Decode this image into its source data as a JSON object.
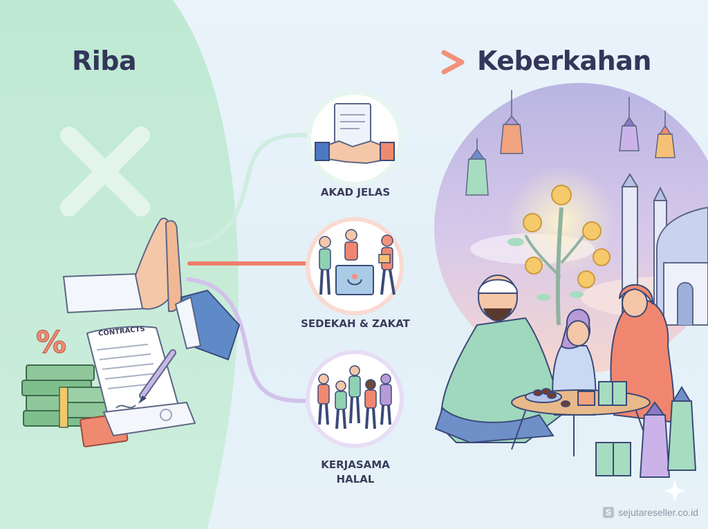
{
  "titles": {
    "left": "Riba",
    "right": "Keberkahan"
  },
  "steps": [
    {
      "label": "AKAD JELAS"
    },
    {
      "label": "SEDEKAH & ZAKAT"
    },
    {
      "label": "KERJASAMA\nHALAL"
    }
  ],
  "illustration": {
    "contract_heading": "CONTRACTS",
    "percent_sign": "%"
  },
  "watermark": {
    "text": "sejutareseller.co.id"
  },
  "colors": {
    "left_panel": "#c7ecd8",
    "flow_coral": "#f08a76",
    "flow_mint": "#bfe6d5",
    "flow_lilac": "#cbb8e4",
    "title_text": "#34365a",
    "money_green": "#8fc79a"
  }
}
